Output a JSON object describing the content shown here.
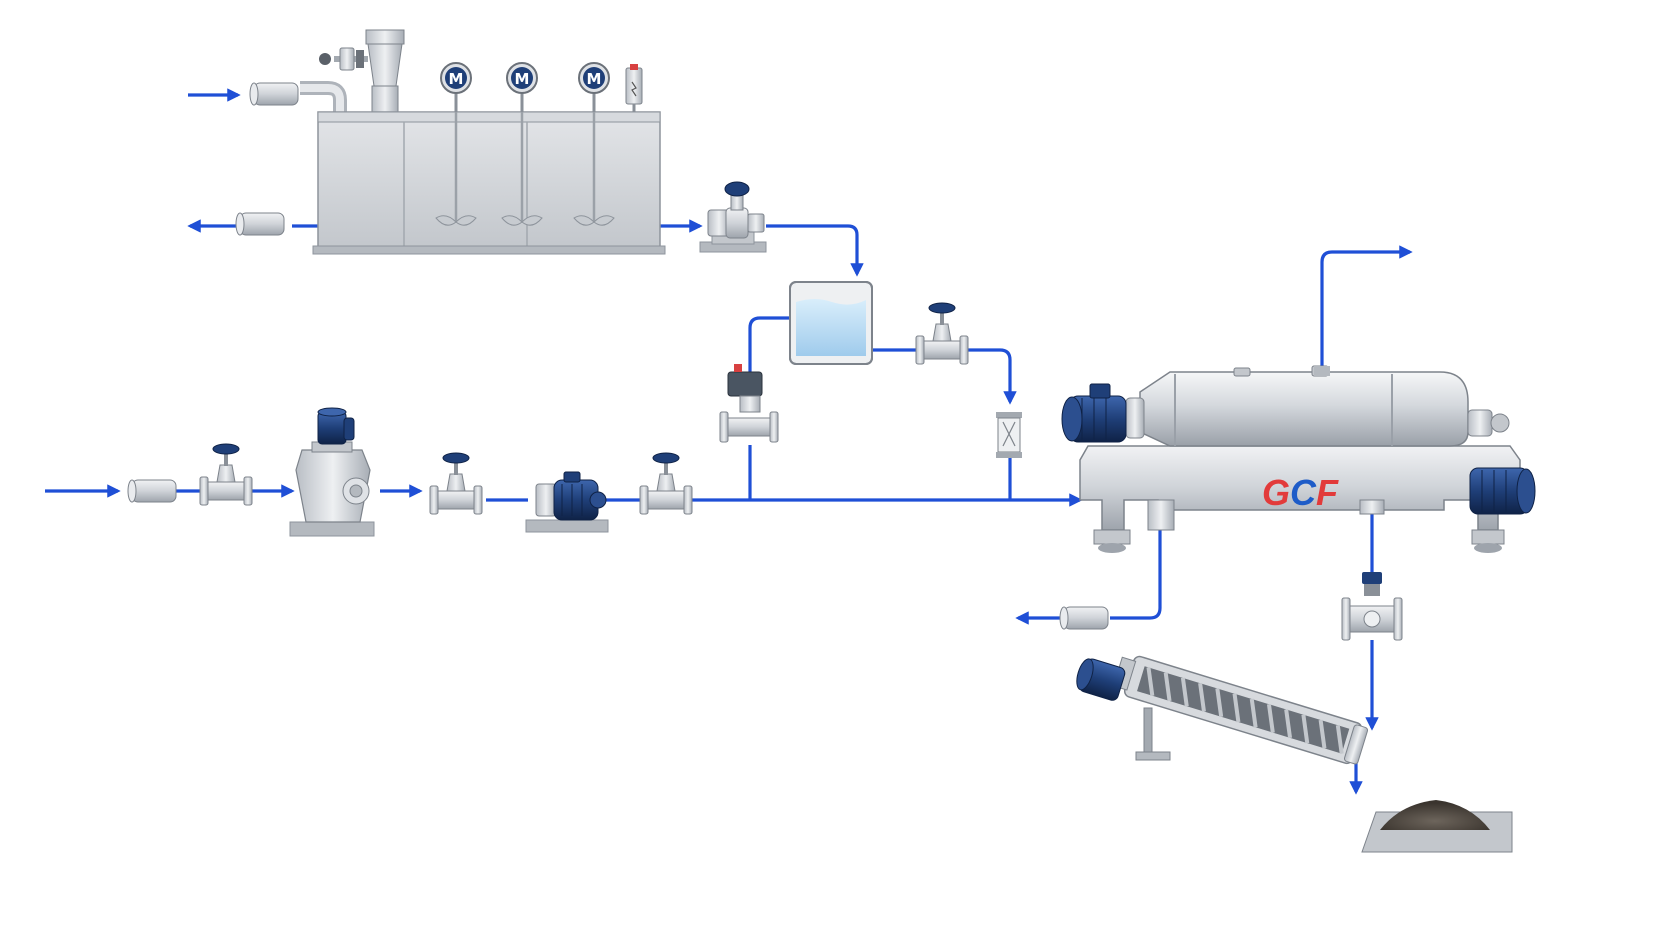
{
  "diagram": {
    "logo_text": "GCF",
    "mixer_motor_labels": [
      "M",
      "M",
      "M"
    ],
    "colors": {
      "flow_line": "#1f4fd6",
      "steel": "#c9cdd3",
      "steel_dark": "#8e949c",
      "motor_blue": "#1f3f78",
      "logo_red": "#e23a3a",
      "logo_blue": "#1e5cc8",
      "liquid": "#bfe0f5"
    },
    "icons": [
      "flow-arrow-icon",
      "gate-valve-icon",
      "motor-icon",
      "mixer-agitator-icon",
      "pipe-stub-icon",
      "screw-conveyor-icon",
      "solids-pile-icon"
    ]
  }
}
